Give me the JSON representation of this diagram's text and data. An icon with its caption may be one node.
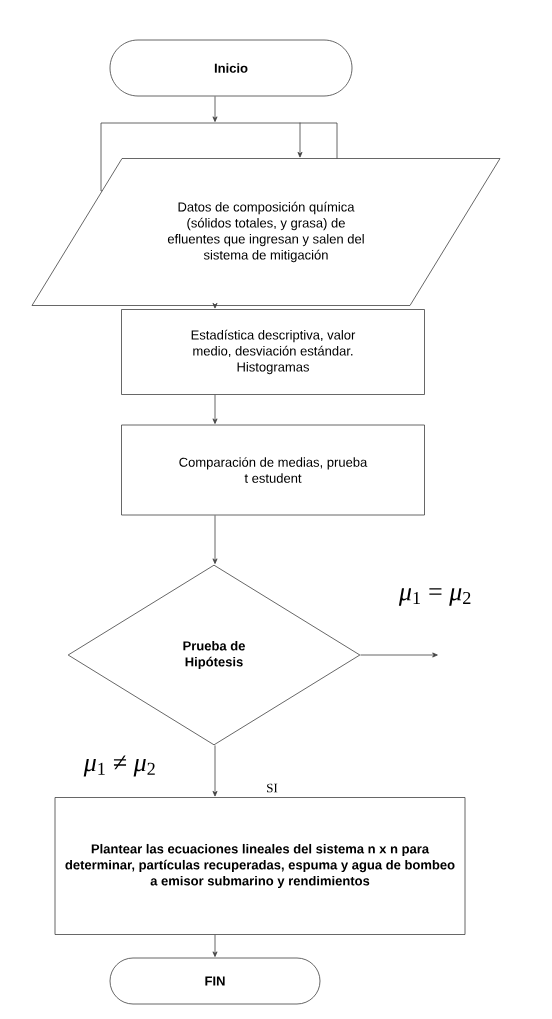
{
  "diagram": {
    "nodes": [
      {
        "text": [
          "Inicio"
        ]
      },
      {
        "text": [],
        "shape": "box"
      },
      {
        "text": [
          "Datos de composición química (sólidos totales, y grasa) de efluentes que ingresan y salen del sistema de mitigación"
        ]
      },
      {
        "text": [
          "Estadística descriptiva, valor medio, desviación estándar. Histogramas"
        ]
      },
      {
        "text": [
          "Comparación de medias, prueba t estudent"
        ]
      },
      {
        "text": [
          "Prueba de Hipótesis"
        ]
      },
      {
        "text": [
          "Plantear las ecuaciones lineales del sistema n x n para determinar, partículas recuperadas, espuma y agua de bombeo a emisor submarino y rendimientos"
        ]
      },
      {
        "text": [
          "FIN"
        ]
      }
    ],
    "edges": [
      {
        "from": 0,
        "to": 1,
        "arrow": "to"
      },
      {
        "from": 1,
        "to": 2,
        "arrow": "to"
      },
      {
        "from": 2,
        "to": 3,
        "arrow": "to"
      },
      {
        "from": 3,
        "to": 4,
        "arrow": "to"
      },
      {
        "from": 4,
        "to": 5,
        "arrow": "to"
      },
      {
        "from": 5,
        "to": null,
        "arrow": "to",
        "label": "*μ*$_{1}$ = *μ*$_{2}$"
      },
      {
        "from": 5,
        "to": 6,
        "arrow": "to",
        "label": "*μ*$_{1}$ ≠ *μ*$_{2}$"
      },
      {
        "from": 6,
        "to": 7,
        "arrow": "to"
      }
    ],
    "labels": [
      "SI"
    ]
  }
}
